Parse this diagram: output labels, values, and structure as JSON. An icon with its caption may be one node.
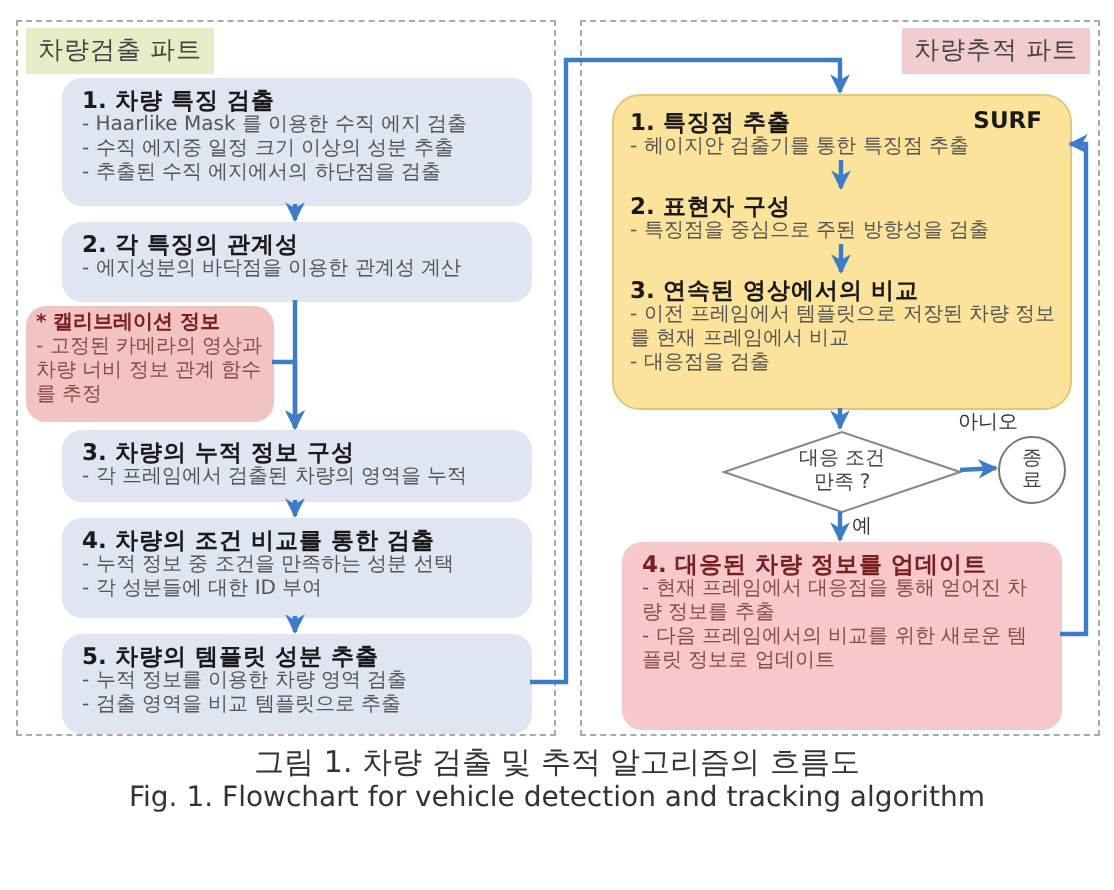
{
  "diagram": {
    "caption": "그림 1. 차량 검출 및 추적 알고리즘의 흐름도",
    "nodes": [
      {
        "text": [
          "차량검출 파트"
        ]
      },
      {
        "text": [
          "1. 차량 특징 검출",
          "- Haarlike Mask 를 이용한 수직 에지 검출",
          "- 수직 에지중 일정 크기 이상의 성분 추출",
          "- 추출된 수직 에지에서의 하단점을 검출"
        ],
        "in": 0
      },
      {
        "text": [
          "2. 각 특징의 관계성",
          "- 에지성분의 바닥점을 이용한 관계성 계산"
        ],
        "in": 0
      },
      {
        "text": [
          "* 캘리브레이션 정보",
          "- 고정된 카메라의 영상과 차량 너비 정보 관계 함수를 추정"
        ],
        "in": 0
      },
      {
        "text": [
          "3. 차량의 누적 정보 구성",
          "- 각 프레임에서 검출된 차량의 영역을 누적"
        ],
        "in": 0
      },
      {
        "text": [
          "4. 차량의 조건 비교를 통한 검출",
          "- 누적 정보 중 조건을 만족하는 성분 선택",
          "- 각 성분들에 대한 ID 부여"
        ],
        "in": 0
      },
      {
        "text": [
          "5. 차량의 템플릿 성분 추출",
          "- 누적 정보를 이용한 차량 영역 검출",
          "- 검출 영역을 비교 템플릿으로 추출"
        ],
        "in": 0
      },
      {
        "text": [
          "차량추적 파트"
        ]
      },
      {
        "text": [
          "SURF"
        ],
        "in": 7
      },
      {
        "text": [
          "1. 특징점 추출",
          "- 헤이지안 검출기를 통한 특징점 추출"
        ],
        "in": 8
      },
      {
        "text": [
          "2. 표현자 구성",
          "- 특징점을 중심으로 주된 방향성을 검출"
        ],
        "in": 8
      },
      {
        "text": [
          "3. 연속된 영상에서의 비교",
          "- 이전 프레임에서 템플릿으로 저장된 차량 정보를 현재 프레임에서 비교",
          "- 대응점을 검출"
        ],
        "in": 8
      },
      {
        "text": [
          "대응 조건 만족 ?"
        ],
        "in": 7
      },
      {
        "text": [
          "종료"
        ],
        "in": 7
      },
      {
        "text": [
          "4. 대응된 차량 정보를 업데이트",
          "- 현재 프레임에서 대응점을 통해 얻어진 차량 정보를 추출",
          "- 다음 프레임에서의 비교를 위한 새로운 템플릿 정보로 업데이트"
        ],
        "in": 7
      }
    ],
    "edges": [
      {
        "from": 1,
        "to": 2,
        "arrow": "to"
      },
      {
        "from": 2,
        "to": 4,
        "arrow": "to"
      },
      {
        "from": 3,
        "to": 4,
        "arrow": "to"
      },
      {
        "from": 4,
        "to": 5,
        "arrow": "to"
      },
      {
        "from": 5,
        "to": 6,
        "arrow": "to"
      },
      {
        "from": 6,
        "to": 8,
        "arrow": "to"
      },
      {
        "from": 9,
        "to": 10,
        "arrow": "to"
      },
      {
        "from": 10,
        "to": 11,
        "arrow": "to"
      },
      {
        "from": 8,
        "to": 12,
        "arrow": "to"
      },
      {
        "from": 12,
        "to": 13,
        "arrow": "to",
        "label": "아니오"
      },
      {
        "from": 12,
        "to": 14,
        "arrow": "to",
        "label": "예"
      },
      {
        "from": 14,
        "to": 8,
        "arrow": "to"
      }
    ],
    "labels": [
      "Fig. 1. Flowchart for vehicle detection and tracking algorithm"
    ]
  }
}
